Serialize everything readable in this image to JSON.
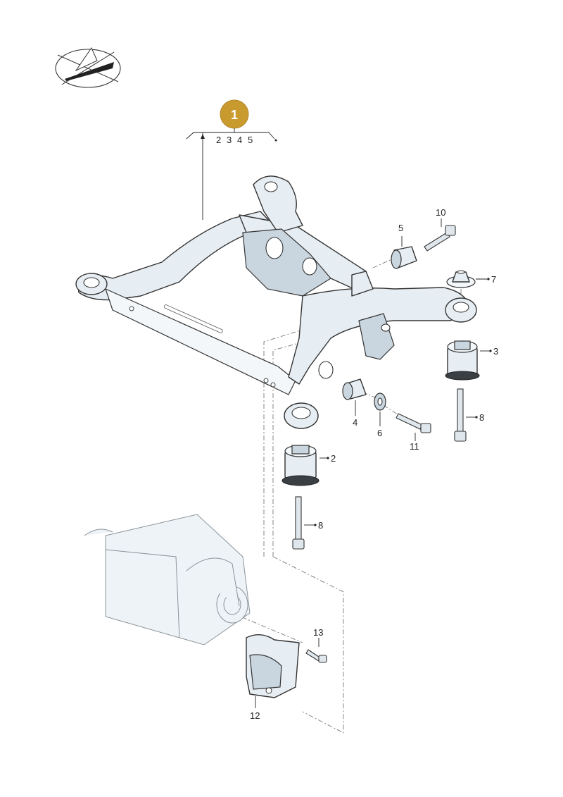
{
  "badge": {
    "number": "1",
    "color": "#c99a2e"
  },
  "main_group_numbers": [
    "2",
    "3",
    "4",
    "5"
  ],
  "callouts": [
    {
      "id": "c2",
      "text": "2"
    },
    {
      "id": "c3",
      "text": "3"
    },
    {
      "id": "c4",
      "text": "4"
    },
    {
      "id": "c5",
      "text": "5"
    },
    {
      "id": "c6",
      "text": "6"
    },
    {
      "id": "c7",
      "text": "7"
    },
    {
      "id": "c8a",
      "text": "8"
    },
    {
      "id": "c8b",
      "text": "8"
    },
    {
      "id": "c10",
      "text": "10"
    },
    {
      "id": "c11",
      "text": "11"
    },
    {
      "id": "c12",
      "text": "12"
    },
    {
      "id": "c13",
      "text": "13"
    }
  ],
  "icons": {
    "orientation": "compass-arrow-icon"
  }
}
